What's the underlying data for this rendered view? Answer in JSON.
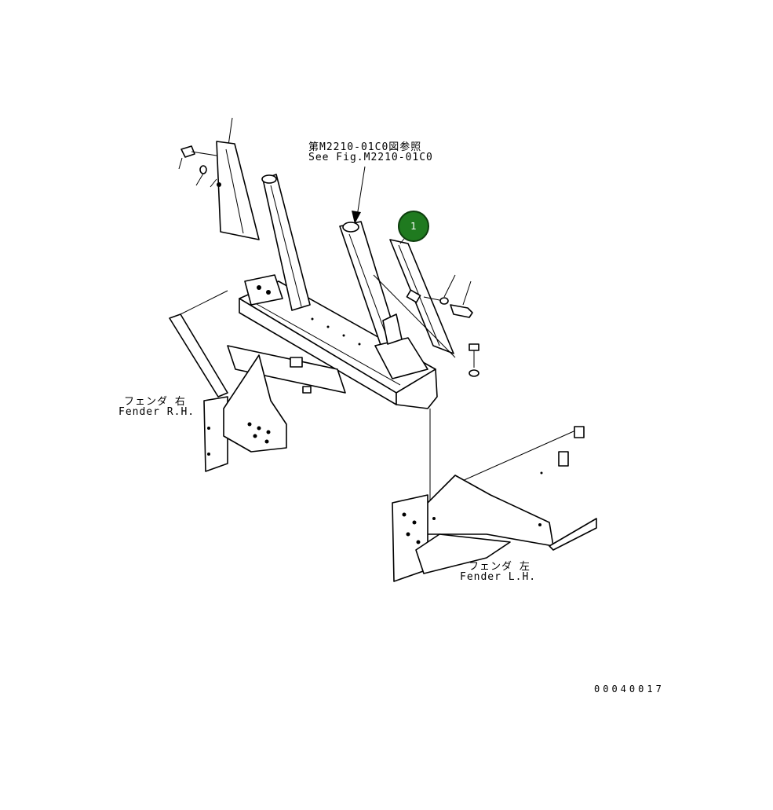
{
  "reference_ja": "第M2210-01C0図参照",
  "reference_en": "See Fig.M2210-01C0",
  "fender_rh_ja": "フェンダ 右",
  "fender_rh_en": "Fender R.H.",
  "fender_lh_ja": "フェンダ 左",
  "fender_lh_en": "Fender L.H.",
  "callout_number": "1",
  "drawing_number": "00040017",
  "colors": {
    "callout_fill": "#1f7a1f",
    "line": "#000000"
  }
}
